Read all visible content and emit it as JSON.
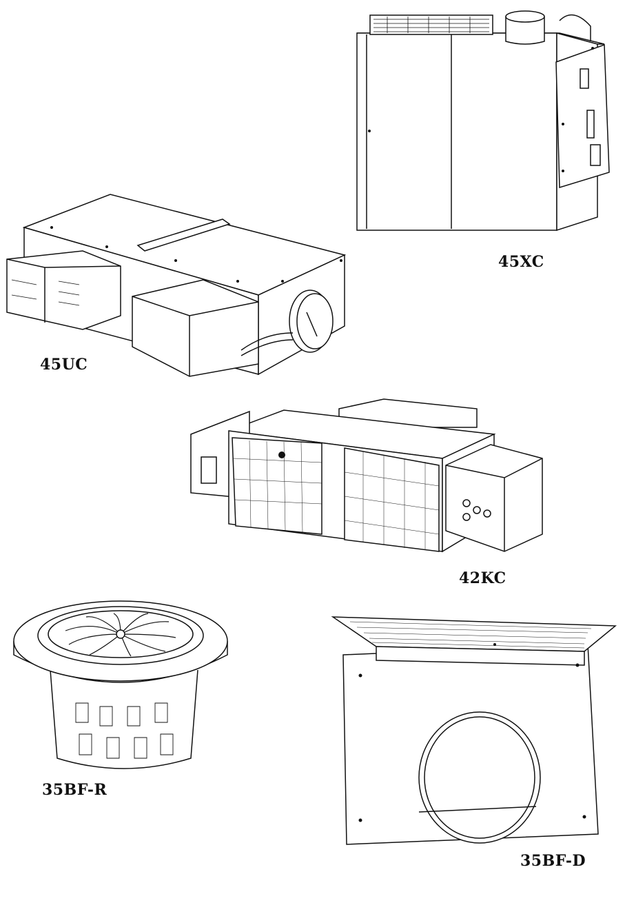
{
  "products": [
    {
      "model": "45XC",
      "icon": "ventilation-unit-icon"
    },
    {
      "model": "45UC",
      "icon": "ducted-box-unit-icon"
    },
    {
      "model": "42KC",
      "icon": "fan-coil-unit-icon"
    },
    {
      "model": "35BF-R",
      "icon": "round-diffuser-icon"
    },
    {
      "model": "35BF-D",
      "icon": "plenum-box-diffuser-icon"
    }
  ]
}
